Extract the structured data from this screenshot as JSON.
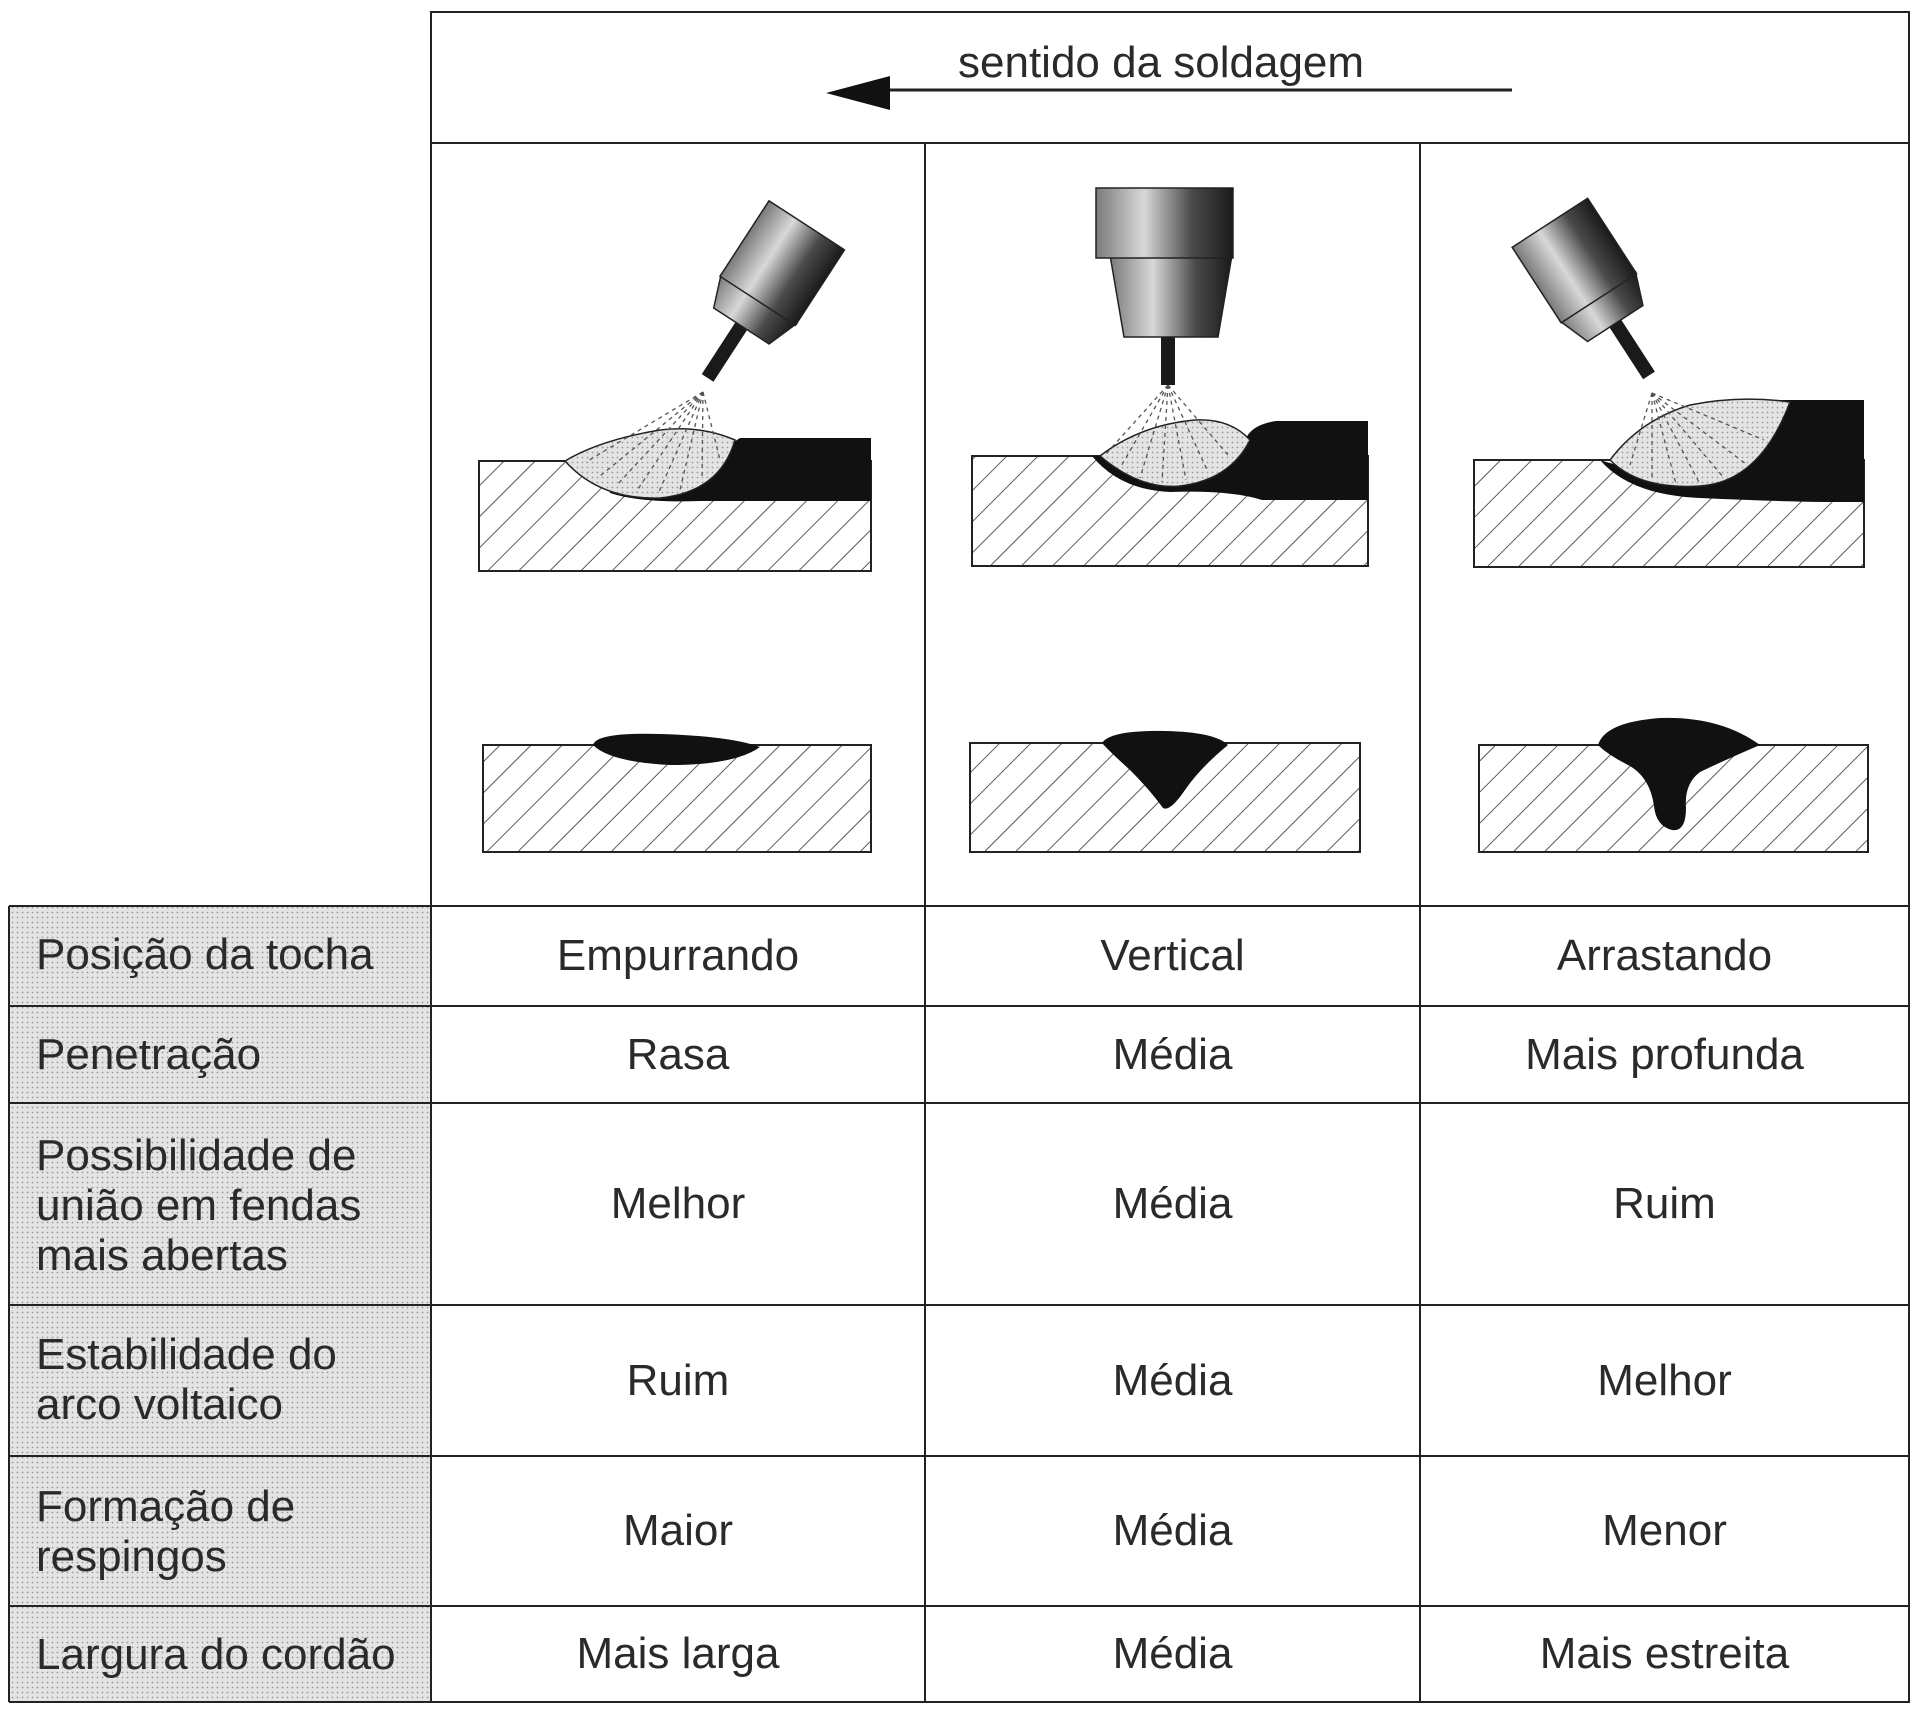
{
  "direction_label": "sentido da soldagem",
  "row_labels": {
    "r1": "Posição da tocha",
    "r2": "Penetração",
    "r3_l1": "Possibilidade de",
    "r3_l2": "união em fendas",
    "r3_l3": "mais abertas",
    "r4_l1": "Estabilidade do",
    "r4_l2": "arco voltaico",
    "r5_l1": "Formação de",
    "r5_l2": "respingos",
    "r6": "Largura do cordão"
  },
  "columns": [
    {
      "position": "Empurrando",
      "penetration": "Rasa",
      "gap_bridging": "Melhor",
      "arc_stability": "Ruim",
      "spatter": "Maior",
      "bead_width": "Mais larga"
    },
    {
      "position": "Vertical",
      "penetration": "Média",
      "gap_bridging": "Média",
      "arc_stability": "Média",
      "spatter": "Média",
      "bead_width": "Média"
    },
    {
      "position": "Arrastando",
      "penetration": "Mais profunda",
      "gap_bridging": "Ruim",
      "arc_stability": "Melhor",
      "spatter": "Menor",
      "bead_width": "Mais estreita"
    }
  ],
  "colors": {
    "line": "#222222",
    "header_shade": "#dcdcdc",
    "metal_fill": "#111111"
  }
}
